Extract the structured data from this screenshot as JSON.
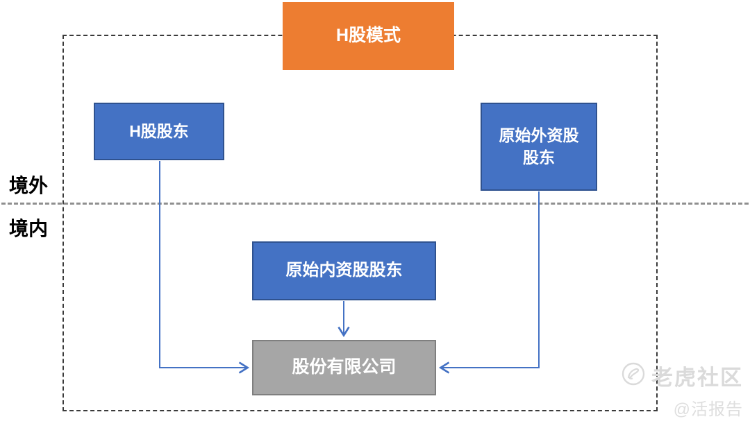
{
  "diagram": {
    "title_box": {
      "label": "H股模式"
    },
    "nodes": {
      "h_share": {
        "label": "H股股东"
      },
      "foreign": {
        "line1": "原始外资股",
        "line2": "股东"
      },
      "domestic_orig": {
        "label": "原始内资股股东"
      },
      "company": {
        "label": "股份有限公司"
      }
    },
    "edges": [
      {
        "from": "h_share",
        "to": "company"
      },
      {
        "from": "foreign",
        "to": "company"
      },
      {
        "from": "domestic_orig",
        "to": "company"
      }
    ],
    "regions": {
      "overseas": "境外",
      "domestic": "境内"
    }
  },
  "watermark": {
    "brand": "老虎社区",
    "handle": "@活报告"
  },
  "colors": {
    "title_fill": "#ED7D31",
    "node_fill": "#4472C4",
    "node_border": "#2F528F",
    "company_fill": "#A6A6A6",
    "company_border": "#7F7F7F",
    "connector": "#4472C4",
    "boundary_dash": "#3a3a3a",
    "separator_dash": "#8f8f8f",
    "watermark_gray": "#d9d9d9"
  }
}
